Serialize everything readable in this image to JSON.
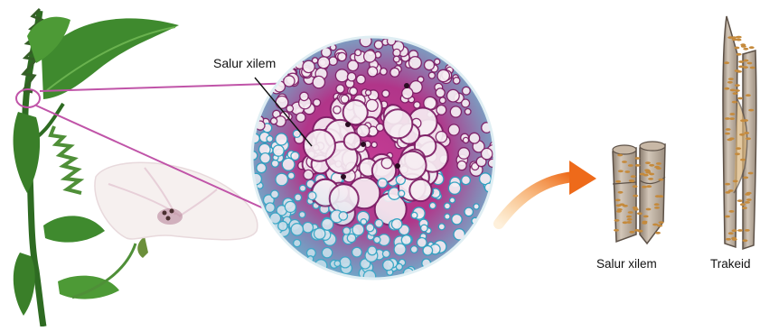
{
  "labels": {
    "xylem_pointer": "Salur xilem",
    "vessel": "Salur xilem",
    "tracheid": "Trakeid"
  },
  "colors": {
    "zoom_lines": "#c054a8",
    "arrow": "#f07a1e",
    "leaf": "#3f8a2e",
    "stem": "#2e6b22",
    "flower": "#f6f0ef",
    "cell_magenta": "#b0308c",
    "cell_cyan": "#2aa0c0",
    "xylem_tube": "#b6a99b",
    "pits": "#c58a3c"
  },
  "icons": {
    "plant": "morning-glory-plant",
    "micrograph": "stem-cross-section",
    "arrow": "curved-arrow-right",
    "vessel": "vessel-element-icon",
    "tracheid": "tracheid-icon"
  }
}
